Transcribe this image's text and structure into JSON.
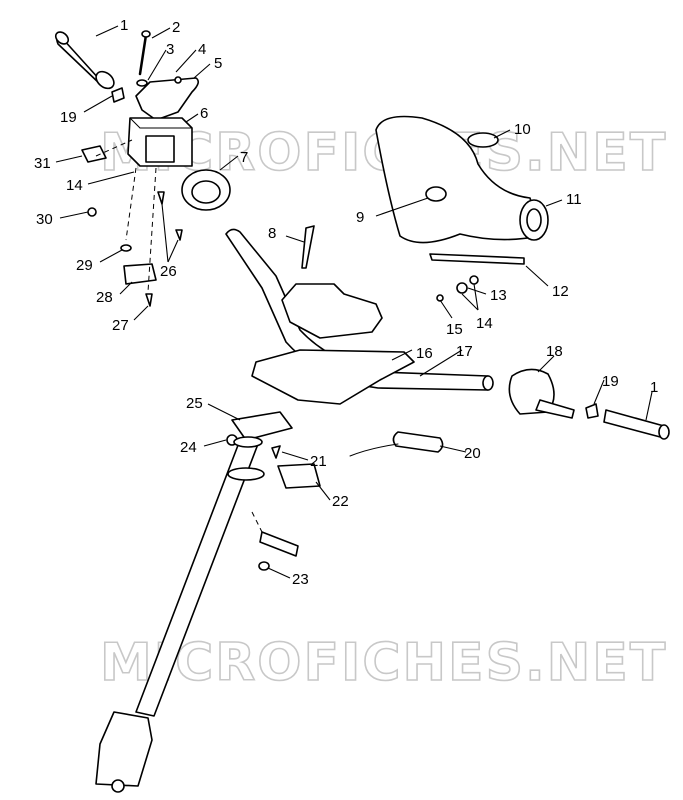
{
  "watermark": {
    "text": "MICROFICHES.NET"
  },
  "callouts": {
    "c1a": "1",
    "c2": "2",
    "c3": "3",
    "c4": "4",
    "c5": "5",
    "c6": "6",
    "c7": "7",
    "c8": "8",
    "c9": "9",
    "c10": "10",
    "c11": "11",
    "c12": "12",
    "c13": "13",
    "c14a": "14",
    "c14b": "14",
    "c15": "15",
    "c16": "16",
    "c17": "17",
    "c18": "18",
    "c19a": "19",
    "c19b": "19",
    "c1b": "1",
    "c20": "20",
    "c21": "21",
    "c22": "22",
    "c23": "23",
    "c24": "24",
    "c25": "25",
    "c26": "26",
    "c27": "27",
    "c28": "28",
    "c29": "29",
    "c30": "30",
    "c31": "31"
  }
}
